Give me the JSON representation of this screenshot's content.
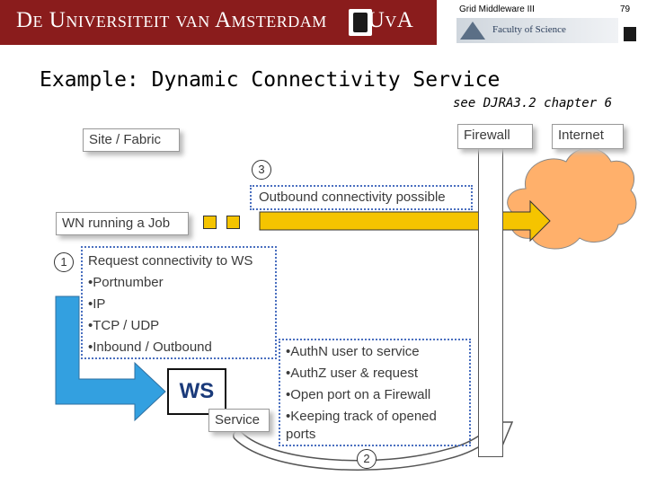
{
  "header": {
    "university": "De Universiteit van Amsterdam",
    "uva": "UvA",
    "course": "Grid Middleware III",
    "page_number": "79",
    "faculty": "Faculty of Science"
  },
  "slide": {
    "title": "Example: Dynamic Connectivity Service",
    "subtitle": "see DJRA3.2 chapter 6"
  },
  "diagram": {
    "site_fabric": "Site / Fabric",
    "firewall": "Firewall",
    "internet": "Internet",
    "wn_job": "WN running a Job",
    "outbound": "Outbound connectivity possible",
    "step1": "1",
    "step2": "2",
    "step3": "3",
    "request": {
      "title": "Request connectivity to WS",
      "items": [
        "•Portnumber",
        "•IP",
        "•TCP / UDP",
        "•Inbound / Outbound"
      ]
    },
    "ws": "WS",
    "service": "Service",
    "auth": {
      "items": [
        "•AuthN user to service",
        "•AuthZ user & request",
        "•Open port on a Firewall",
        "•Keeping track of opened",
        "ports"
      ]
    }
  },
  "colors": {
    "banner": "#8a1c1c",
    "blue_arrow": "#33a0e0",
    "yellow_arrow": "#f5c400",
    "cloud": "#ffb06b"
  }
}
